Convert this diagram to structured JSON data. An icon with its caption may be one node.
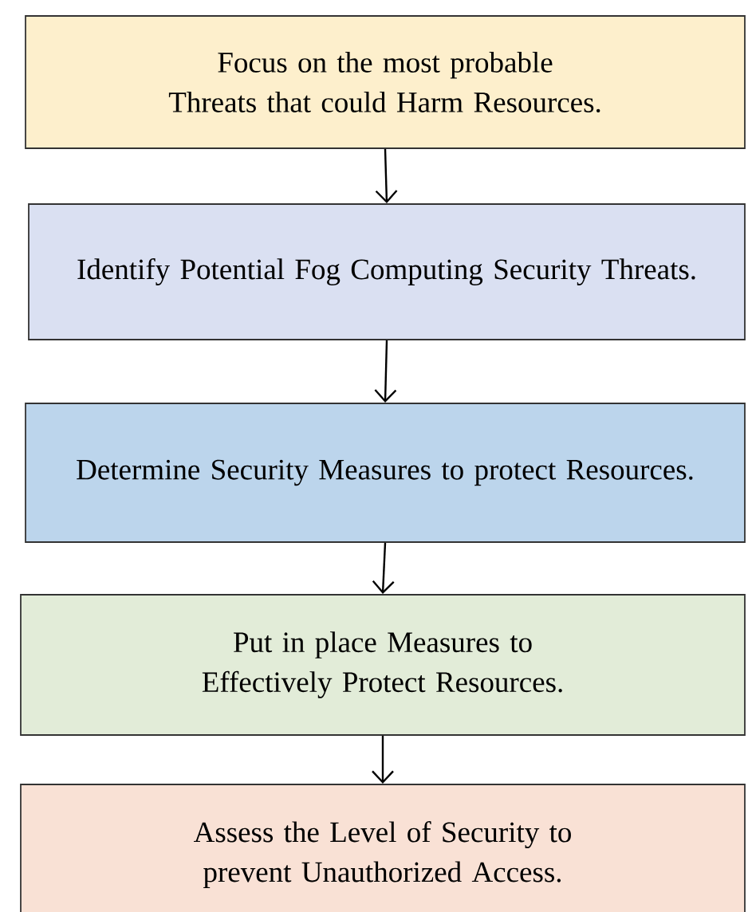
{
  "diagram": {
    "nodes": [
      {
        "text": [
          "Focus on the most probable Threats that could Harm Resources."
        ]
      },
      {
        "text": [
          "Identify Potential Fog Computing Security Threats."
        ]
      },
      {
        "text": [
          "Determine Security Measures to protect Resources."
        ]
      },
      {
        "text": [
          "Put in place Measures to Effectively Protect Resources."
        ]
      },
      {
        "text": [
          "Assess the Level of Security to prevent Unauthorized Access."
        ]
      }
    ],
    "edges": [
      {
        "from": 0,
        "to": 1,
        "arrow": "to"
      },
      {
        "from": 1,
        "to": 2,
        "arrow": "to"
      },
      {
        "from": 2,
        "to": 3,
        "arrow": "to"
      },
      {
        "from": 3,
        "to": 4,
        "arrow": "to"
      }
    ]
  }
}
